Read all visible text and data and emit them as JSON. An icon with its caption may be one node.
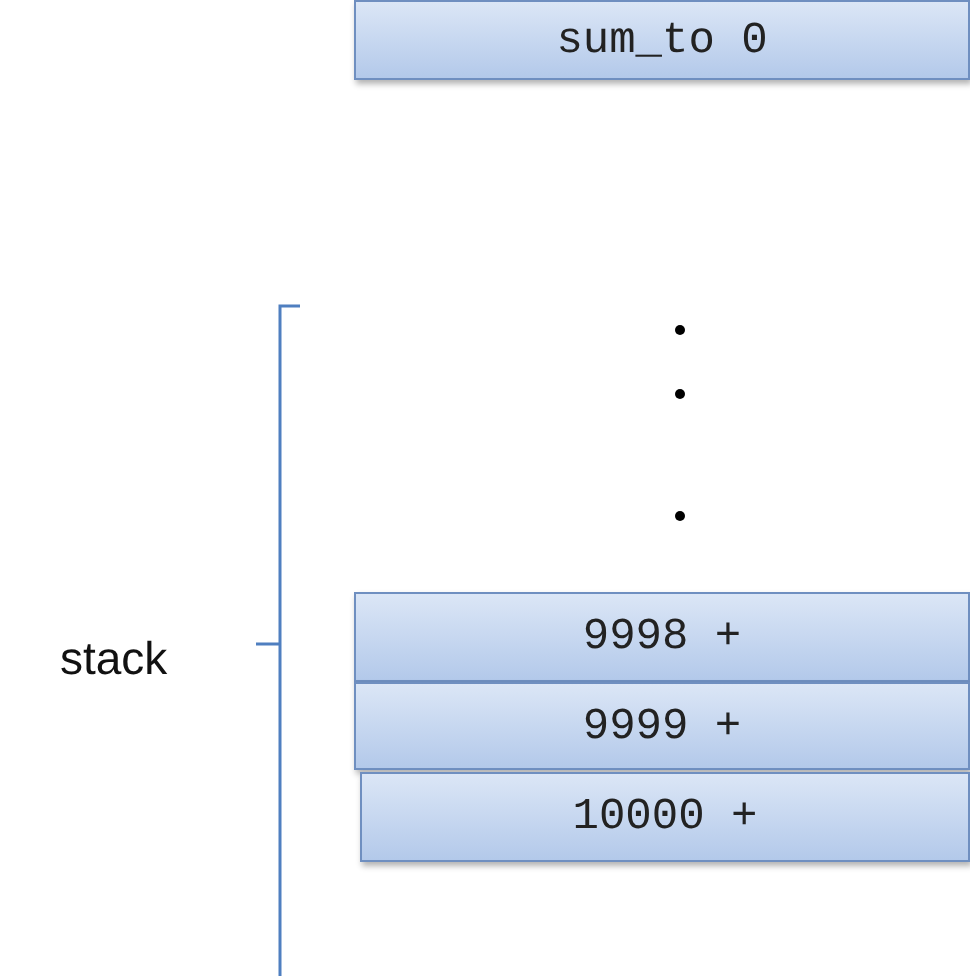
{
  "diagram": {
    "nodes": [
      {
        "text": [
          "sum_to 0"
        ]
      },
      {
        "text": [
          "9998 +"
        ]
      },
      {
        "text": [
          "9999 +"
        ]
      },
      {
        "text": [
          "10000 +"
        ]
      }
    ],
    "labels": [
      "stack"
    ]
  }
}
